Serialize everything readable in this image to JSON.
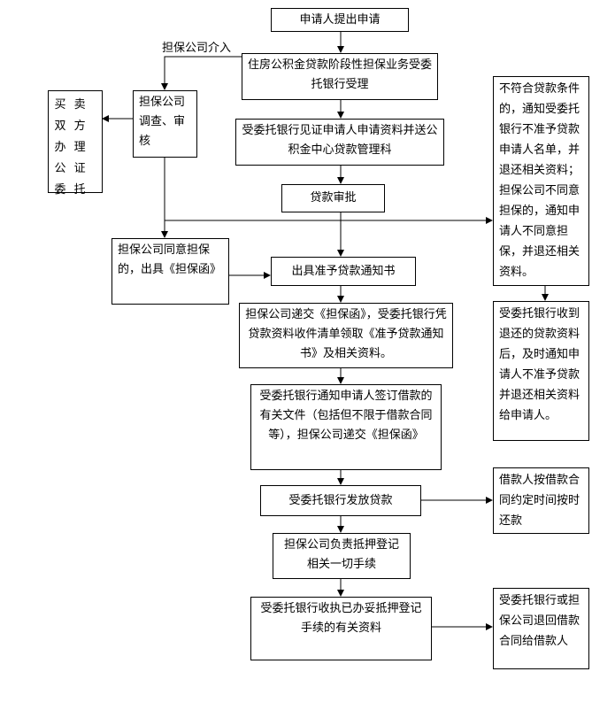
{
  "nodes": {
    "apply": "申请人提出申请",
    "accept": "住房公积金贷款阶段性担保业务受委托银行受理",
    "witness": "受委托银行见证申请人申请资料并送公积金中心贷款管理科",
    "review": "贷款审批",
    "notice": "出具准予贷款通知书",
    "deliver": "担保公司递交《担保函》，受委托银行凭贷款资料收件清单领取《准予贷款通知书》及相关资料。",
    "sign": "受委托银行通知申请人签订借款的有关文件（包括但不限于借款合同等），担保公司递交《担保函》",
    "disburse": "受委托银行发放贷款",
    "mortgage": "担保公司负责抵押登记相关一切手续",
    "collect": "受委托银行收执已办妥抵押登记手续的有关资料",
    "investigate": "担保公司调查、审核",
    "guarantee_agree": "担保公司同意担保的，出具《担保函》",
    "reject": "不符合贷款条件的，通知受委托银行不准予贷款申请人名单，并退还相关资料；担保公司不同意担保的，通知申请人不同意担保，并退还相关资料。",
    "refund": "受委托银行收到退还的贷款资料后，及时通知申请人不准予贷款并退还相关资料给申请人。",
    "repay": "借款人按借款合同约定时间按时还款",
    "return_contract": "受委托银行或担保公司退回借款合同给借款人"
  },
  "vertical_box": {
    "col_right": "卖方理证托",
    "col_left": "买双办公委"
  },
  "labels": {
    "guarantor_join": "担保公司介入"
  }
}
